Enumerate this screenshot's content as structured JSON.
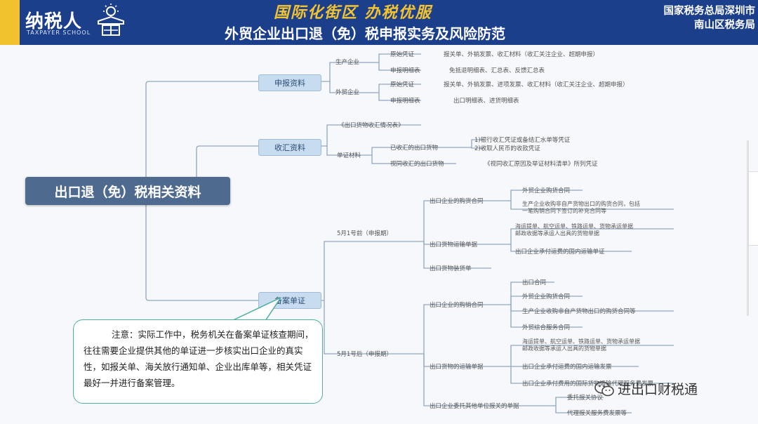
{
  "header": {
    "logo_text": "纳税人",
    "logo_sub": "TAXPAYER SCHOOL",
    "slogan": "国际化街区 办税优服",
    "title": "外贸企业出口退（免）税申报实务及风险防范",
    "org_line1": "国家税务总局深圳市",
    "org_line2": "南山区税务局"
  },
  "mindmap": {
    "root": "出口退（免）税相关资料",
    "branch_declare": {
      "label": "申报资料",
      "producer": "生产企业",
      "producer_a": "原始凭证",
      "producer_a_detail": "报关单、外销发票、收汇材料（收汇关注企业、超期申报）",
      "producer_b": "申报明细表",
      "producer_b_detail": "免抵退明细表、汇总表、反馈汇总表",
      "trader": "外贸企业",
      "trader_a": "原始凭证",
      "trader_a_detail": "报关单、外销发票、进项发票、收汇材料（收汇关注企业、超期申报）",
      "trader_b": "申报明细表",
      "trader_b_detail": "出口明细表、进货明细表"
    },
    "branch_receipt": {
      "label": "收汇资料",
      "item1": "《出口货物收汇情况表》",
      "item2": "单证材料",
      "received": "已收汇的出口货物",
      "received_d1": "1)银行收汇凭证或备结汇水单等凭证",
      "received_d2": "2)收取人民币的收款凭证",
      "unreceived": "视同收汇的出口货物",
      "unreceived_detail": "《视同收汇原因及举证材料清单》所列凭证"
    },
    "branch_filing": {
      "label": "备案单证",
      "before": "5月1号前（申报期）",
      "before_contract": "出口企业的购货合同",
      "before_contract_a": "外贸企业购货合同",
      "before_contract_b1": "生产企业收购非自产货物出口的购货合同，包括",
      "before_contract_b2": "一笔购销合同下签订的补充合同等",
      "before_transport": "出口货物运输单据",
      "before_transport_a1": "海运提单、航空运单、铁路运单、货物承运单据",
      "before_transport_a2": "邮政收据等承运人出具的货物单据",
      "before_transport_b": "出口企业承付运费的国内运输单证",
      "before_packing": "出口货物装货单",
      "after": "5月1号后（申报期）",
      "after_contract": "出口企业的购销合同",
      "after_contract_a": "出口合同",
      "after_contract_b": "外贸企业购货合同",
      "after_contract_c": "生产企业收购非自产货物出口的购货合同等",
      "after_contract_d": "外贸综合服务合同",
      "after_transport": "出口货物的运输单据",
      "after_transport_a1": "海运提单、航空运单、铁路运单、货物承运单据",
      "after_transport_a2": "邮政收据等承运人出具的货物单据",
      "after_transport_b": "出口企业承付运费的国内运输发票",
      "after_transport_c": "出口企业承付费用的国际货物运输代理服务费发票",
      "after_agent": "出口企业委托其他单位报关的单据",
      "after_agent_a": "委托报关协议",
      "after_agent_b": "代理报关服务费发票等"
    }
  },
  "callout": {
    "text": "注意：实际工作中，税务机关在备案单证核查期间，往往需要企业提供其他的单证进一步核实出口企业的真实性，如报关单、海关放行通知单、企业出库单等，相关凭证最好一并进行备案管理。"
  },
  "watermark": {
    "text": "进出口财税通",
    "icon": "wechat-icon"
  },
  "colors": {
    "header_bg": "#1b3f8b",
    "accent_yellow": "#f2c12e",
    "root_bg": "#4f6a8f",
    "branch_bg": "#c8dcef",
    "callout_border": "#4bb0a0"
  }
}
